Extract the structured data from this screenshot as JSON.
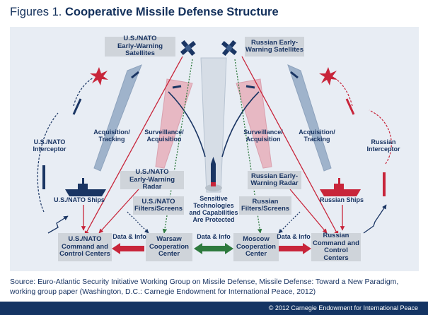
{
  "title": {
    "prefix": "Figures 1.",
    "main": "Cooperative Missile Defense Structure"
  },
  "boxes": {
    "us_sat": "U.S./NATO\nEarly-Warning Satellites",
    "ru_sat": "Russian Early-\nWarning Satellites",
    "us_radar": "U.S./NATO\nEarly-Warning Radar",
    "ru_radar": "Russian Early-\nWarning Radar",
    "us_filters": "U.S./NATO\nFilters/Screens",
    "ru_filters": "Russian\nFilters/Screens",
    "us_cc": "U.S./NATO\nCommand and\nControl Centers",
    "warsaw": "Warsaw\nCooperation\nCenter",
    "moscow": "Moscow\nCooperation\nCenter",
    "ru_cc": "Russian\nCommand and\nControl Centers"
  },
  "labels": {
    "us_acq": "Acquisition/\nTracking",
    "us_surv": "Surveillance/\nAcquisition",
    "ru_surv": "Surveillance/\nAcquisition",
    "ru_acq": "Acquisition/\nTracking",
    "us_interceptor": "U.S./NATO\nInterceptor",
    "ru_interceptor": "Russian\nInterceptor",
    "us_ships": "U.S./NATO Ships",
    "ru_ships": "Russian Ships",
    "sensitive": "Sensitive\nTechnologies\nand Capabilities\nAre Protected",
    "data_info_left": "Data & Info",
    "data_info_mid": "Data & Info",
    "data_info_right": "Data & Info"
  },
  "colors": {
    "navy": "#1a3563",
    "red": "#c8253a",
    "green": "#2e7a3e",
    "panel": "#e8edf4",
    "box": "#cfd4da",
    "pink": "#e7b8c3",
    "cone_blue": "#9fb3cb"
  },
  "source": "Source: Euro-Atlantic Security Initiative Working Group on Missile Defense, Missile Defense: Toward a New Paradigm, working group paper (Washington, D.C.: Carnegie Endowment for International Peace, 2012)",
  "footer": "© 2012 Carnegie Endowment for International Peace"
}
